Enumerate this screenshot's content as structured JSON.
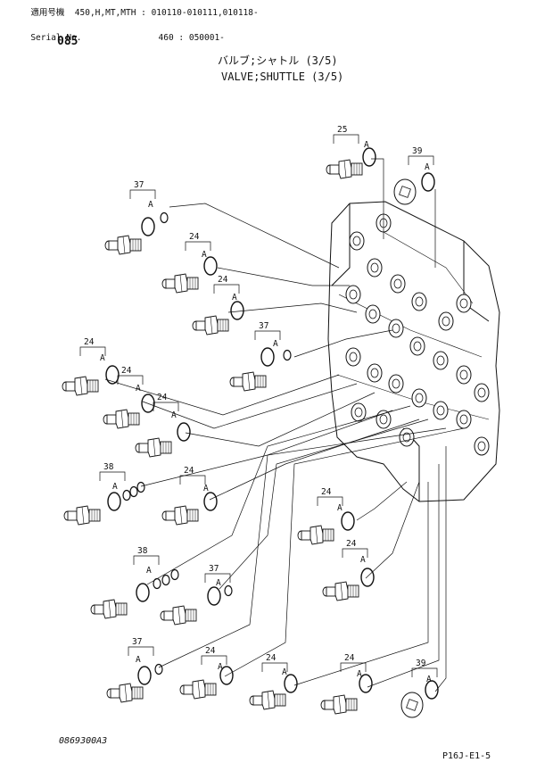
{
  "header": {
    "page_number": "085",
    "title_jp": "バルブ;シャトル (3/5)",
    "title_en": "VALVE;SHUTTLE (3/5)",
    "applicable_model_label": "適用号機",
    "applicable_model_value": "450,H,MT,MTH : 010110-010111,010118-",
    "serial_label": "Serial No.",
    "serial_value": "460 : 050001-"
  },
  "footer": {
    "drawing_number": "0869300A3",
    "page_code": "P16J-E1-5"
  },
  "callouts": {
    "detail_mark": "A",
    "items": [
      {
        "part": "25"
      },
      {
        "part": "39"
      },
      {
        "part": "37"
      },
      {
        "part": "24"
      },
      {
        "part": "24"
      },
      {
        "part": "37"
      },
      {
        "part": "24"
      },
      {
        "part": "24"
      },
      {
        "part": "24"
      },
      {
        "part": "38"
      },
      {
        "part": "24"
      },
      {
        "part": "24"
      },
      {
        "part": "24"
      },
      {
        "part": "38"
      },
      {
        "part": "37"
      },
      {
        "part": "37"
      },
      {
        "part": "24"
      },
      {
        "part": "24"
      },
      {
        "part": "24"
      },
      {
        "part": "39"
      }
    ]
  }
}
